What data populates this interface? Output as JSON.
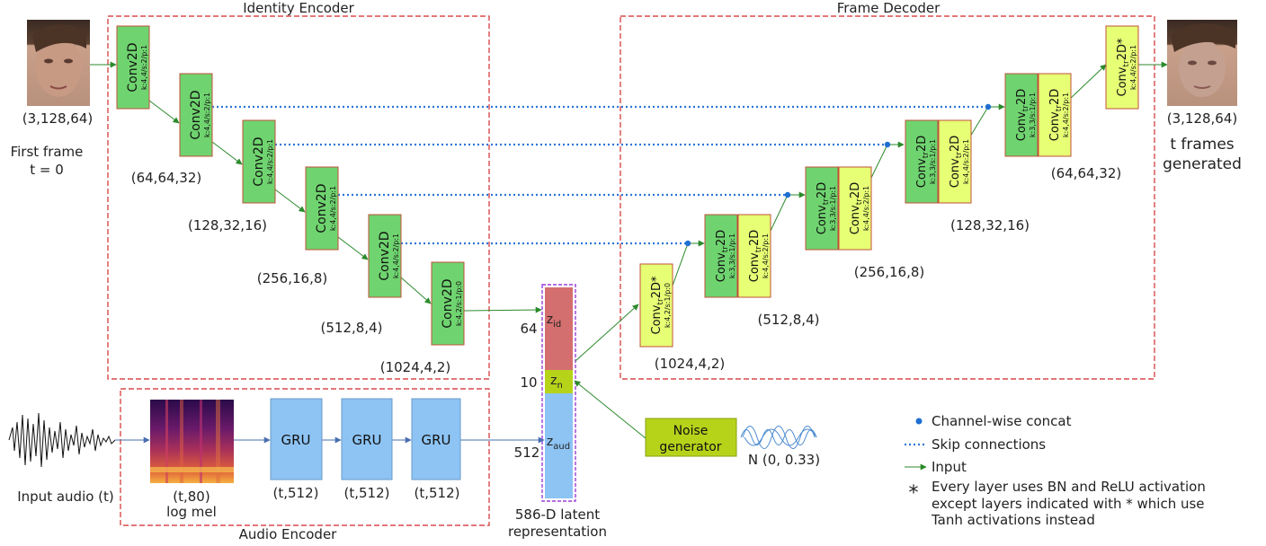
{
  "colors": {
    "encoder_box": "#d94b4b",
    "conv": "#6fd46f",
    "conv_dark": "#5cc35c",
    "convtr_light": "#e7ff75",
    "convtr_green": "#6fd46f",
    "gru": "#8dc4f4",
    "noise": "#b6d31a",
    "z_id": "#d46f6f",
    "z_n": "#b6d31a",
    "z_aud": "#8dc4f4",
    "latent_border": "#9b3fd9",
    "skip": "#2e75d9",
    "arrow": "#2b8a2b"
  },
  "titles": {
    "identity_encoder": "Identity Encoder",
    "frame_decoder": "Frame Decoder",
    "audio_encoder": "Audio Encoder"
  },
  "input_frame": {
    "shape": "(3,128,64)",
    "line1": "First frame",
    "line2": "t = 0"
  },
  "output_frame": {
    "shape": "(3,128,64)",
    "line1": "t frames",
    "line2": "generated"
  },
  "encoder": {
    "layers": [
      {
        "name": "Conv2D",
        "params": "k:4,4/s:2/p:1"
      },
      {
        "name": "Conv2D",
        "params": "k:4,4/s:2/p:1"
      },
      {
        "name": "Conv2D",
        "params": "k:4,4/s:2/p:1"
      },
      {
        "name": "Conv2D",
        "params": "k:4,4/s:2/p:1"
      },
      {
        "name": "Conv2D",
        "params": "k:4,4/s:2/p:1"
      },
      {
        "name": "Conv2D",
        "params": "k:4,2/s:1/p:0"
      }
    ],
    "shapes": [
      "(64,64,32)",
      "(128,32,16)",
      "(256,16,8)",
      "(512,8,4)",
      "(1024,4,2)"
    ]
  },
  "decoder": {
    "first": {
      "name": "Conv",
      "sub": "tr",
      "suffix": "2D*",
      "params": "k:4,2/s:1/p:0"
    },
    "pairs": [
      {
        "a": {
          "name": "Conv",
          "sub": "tr",
          "suffix": "2D",
          "params": "k:3,3/s:1/p:1"
        },
        "b": {
          "name": "Conv",
          "sub": "tr",
          "suffix": "2D",
          "params": "k:4,4/s:2/p:1"
        }
      },
      {
        "a": {
          "name": "Conv",
          "sub": "tr",
          "suffix": "2D",
          "params": "k:3,3/s:1/p:1"
        },
        "b": {
          "name": "Conv",
          "sub": "tr",
          "suffix": "2D",
          "params": "k:4,4/s:2/p:1"
        }
      },
      {
        "a": {
          "name": "Conv",
          "sub": "tr",
          "suffix": "2D",
          "params": "k:3,3/s:1/p:1"
        },
        "b": {
          "name": "Conv",
          "sub": "tr",
          "suffix": "2D",
          "params": "k:4,4/s:2/p:1"
        }
      },
      {
        "a": {
          "name": "Conv",
          "sub": "tr",
          "suffix": "2D",
          "params": "k:3,3/s:1/p:1"
        },
        "b": {
          "name": "Conv",
          "sub": "tr",
          "suffix": "2D",
          "params": "k:4,4/s:2/p:1"
        }
      }
    ],
    "last": {
      "name": "Conv",
      "sub": "tr",
      "suffix": "2D*",
      "params": "k:4,4/s:2/p:1"
    },
    "shapes": [
      "(1024,4,2)",
      "(512,8,4)",
      "(256,16,8)",
      "(128,32,16)",
      "(64,64,32)"
    ]
  },
  "audio": {
    "input_label": "Input audio (t)",
    "mel_shape": "(t,80)",
    "mel_label": "log mel",
    "grus": [
      {
        "label": "GRU",
        "shape": "(t,512)"
      },
      {
        "label": "GRU",
        "shape": "(t,512)"
      },
      {
        "label": "GRU",
        "shape": "(t,512)"
      }
    ]
  },
  "latent": {
    "segments": [
      {
        "base": "z",
        "sub": "id",
        "size": "64"
      },
      {
        "base": "z",
        "sub": "n",
        "size": "10"
      },
      {
        "base": "z",
        "sub": "aud",
        "size": "512"
      }
    ],
    "caption_line1": "586-D latent",
    "caption_line2": "representation"
  },
  "noise": {
    "line1": "Noise",
    "line2": "generator",
    "distribution": "N (0, 0.33)"
  },
  "legend": {
    "concat": "Channel-wise concat",
    "skip": "Skip connections",
    "input": "Input",
    "star": "*",
    "note_lines": [
      "Every layer uses BN and ReLU activation",
      "except layers indicated with * which use",
      "Tanh activations instead"
    ]
  }
}
